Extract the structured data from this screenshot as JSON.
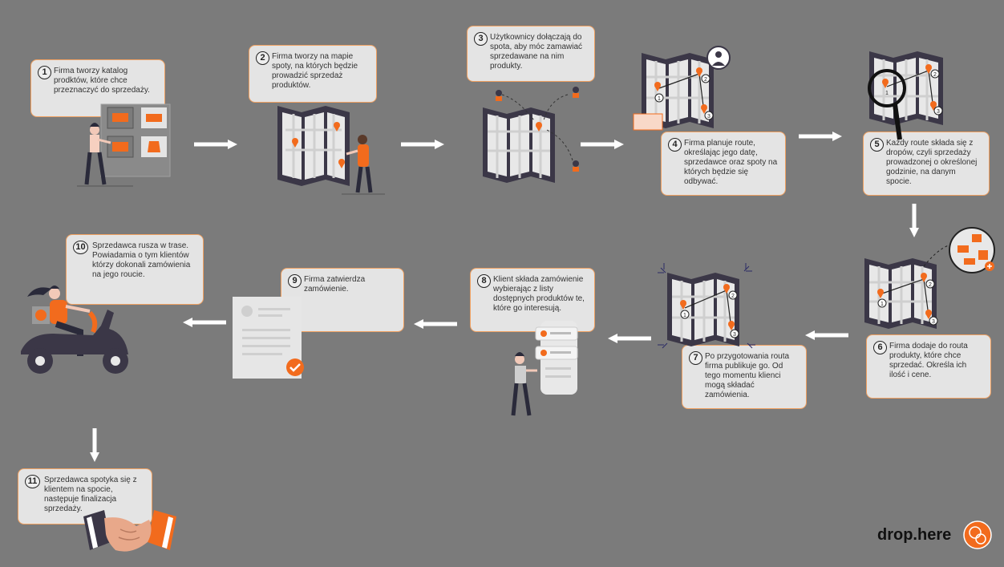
{
  "steps": [
    {
      "num": "1",
      "text": "Firma tworzy katalog prodktów, które chce przeznaczyć do sprzedaży."
    },
    {
      "num": "2",
      "text": "Firma tworzy na mapie spoty, na których będzie prowadzić sprzedaż produktów."
    },
    {
      "num": "3",
      "text": "Użytkownicy dołączają do spota, aby móc zamawiać sprzedawane na nim produkty."
    },
    {
      "num": "4",
      "text": "Firma planuje route, określając jego datę, sprzedawce oraz spoty na których będzie się odbywać."
    },
    {
      "num": "5",
      "text": "Każdy route składa się z dropów, czyli sprzedaży prowadzonej o określonej godzinie, na danym spocie."
    },
    {
      "num": "6",
      "text": "Firma dodaje do routa produkty, które chce sprzedać. Określa ich ilość i cene."
    },
    {
      "num": "7",
      "text": "Po przygotowania routa firma publikuje go. Od tego momentu klienci mogą składać zamówienia."
    },
    {
      "num": "8",
      "text": "Klient składa zamówienie wybierając z listy dostępnych produktów te, które go interesują."
    },
    {
      "num": "9",
      "text": "Firma zatwierdza zamówienie."
    },
    {
      "num": "10",
      "text": "Sprzedawca rusza w trase. Powiadamia o tym klientów którzy dokonali zamówienia na jego roucie."
    },
    {
      "num": "11",
      "text": "Sprzedawca spotyka się z klientem na spocie, następuje finalizacja sprzedaży."
    }
  ],
  "map_pin_labels": [
    "1",
    "2",
    "3"
  ],
  "brand": {
    "name": "drop.here"
  },
  "colors": {
    "background": "#7b7b7b",
    "box": "#e4e4e4",
    "accent": "#f26b1d",
    "box_border": "#f0a060"
  }
}
